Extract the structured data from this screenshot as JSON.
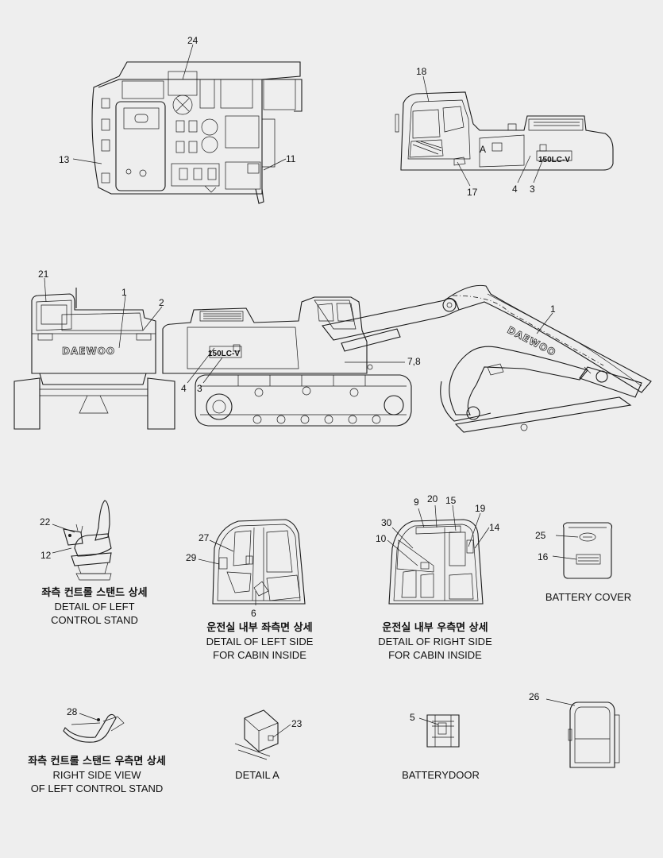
{
  "callouts": {
    "c1a": "1",
    "c1b": "1",
    "c2": "2",
    "c3a": "3",
    "c3b": "3",
    "c4a": "4",
    "c4b": "4",
    "c5": "5",
    "c6": "6",
    "c78": "7,8",
    "c9": "9",
    "c10": "10",
    "c11": "11",
    "c12": "12",
    "c13": "13",
    "c14": "14",
    "c15": "15",
    "c16": "16",
    "c17": "17",
    "c18": "18",
    "c19": "19",
    "c20": "20",
    "c21": "21",
    "c22": "22",
    "c23": "23",
    "c24": "24",
    "c25": "25",
    "c26": "26",
    "c27": "27",
    "c28": "28",
    "c29": "29",
    "c30": "30",
    "view_a": "A"
  },
  "decal_text": {
    "brand": "DAEWOO",
    "model": "150LC-V"
  },
  "captions": {
    "left_control_stand": {
      "ko": "좌측 컨트롤 스탠드 상세",
      "en1": "DETAIL OF LEFT",
      "en2": "CONTROL STAND"
    },
    "cabin_left": {
      "ko": "운전실 내부 좌측면 상세",
      "en1": "DETAIL OF LEFT SIDE",
      "en2": "FOR CABIN INSIDE"
    },
    "cabin_right": {
      "ko": "운전실 내부 우측면 상세",
      "en1": "DETAIL OF RIGHT SIDE",
      "en2": "FOR CABIN INSIDE"
    },
    "battery_cover": "BATTERY COVER",
    "right_side_view": {
      "ko": "좌측 컨트롤 스탠드 우측면 상세",
      "en1": "RIGHT SIDE VIEW",
      "en2": "OF LEFT CONTROL STAND"
    },
    "detail_a": "DETAIL  A",
    "battery_door": "BATTERYDOOR"
  }
}
